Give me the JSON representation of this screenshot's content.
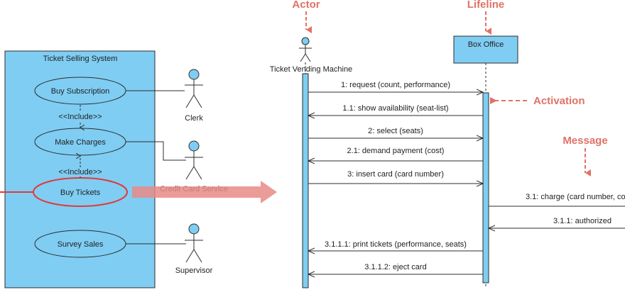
{
  "colors": {
    "system_fill": "#7fcdf3",
    "border": "#2d2d2d",
    "highlight": "#e03a3a",
    "annotation": "#e07266",
    "big_arrow": "#e88a86",
    "activation_fill": "#7fcdf3",
    "lifeline_box_fill": "#7fcdf3"
  },
  "use_case_diagram": {
    "system_title": "Ticket Selling System",
    "use_cases": [
      {
        "label": "Buy Subscription"
      },
      {
        "label": "Make Charges"
      },
      {
        "label": "Buy Tickets",
        "highlighted": true
      },
      {
        "label": "Survey Sales"
      }
    ],
    "include_labels": [
      "<<Include>>",
      "<<Include>>"
    ],
    "actors": [
      {
        "label": "Clerk"
      },
      {
        "label": "Credit Card Service"
      },
      {
        "label": "Supervisor"
      }
    ]
  },
  "sequence_diagram": {
    "actor_label": "Ticket Vending Machine",
    "lifeline_label": "Box Office",
    "messages": [
      {
        "label": "1: request (count, performance)",
        "direction": "right"
      },
      {
        "label": "1.1: show availability (seat-list)",
        "direction": "left"
      },
      {
        "label": "2: select (seats)",
        "direction": "right"
      },
      {
        "label": "2.1: demand payment (cost)",
        "direction": "left"
      },
      {
        "label": "3: insert card (card number)",
        "direction": "right"
      },
      {
        "label": "3.1: charge (card number, co",
        "direction": "right"
      },
      {
        "label": "3.1.1: authorized",
        "direction": "left"
      },
      {
        "label": "3.1.1.1: print tickets (performance, seats)",
        "direction": "left"
      },
      {
        "label": "3.1.1.2: eject card",
        "direction": "left"
      }
    ]
  },
  "annotations": {
    "actor": "Actor",
    "lifeline": "Lifeline",
    "activation": "Activation",
    "message": "Message"
  }
}
